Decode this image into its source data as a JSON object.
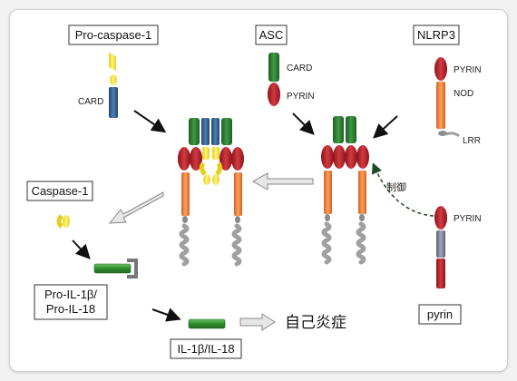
{
  "boxes": {
    "pro_caspase1": "Pro-caspase-1",
    "asc": "ASC",
    "nlrp3": "NLRP3",
    "caspase1": "Caspase-1",
    "pro_il_line1": "Pro-IL-1β/",
    "pro_il_line2": "Pro-IL-18",
    "il": "IL-1β/IL-18",
    "pyrin": "pyrin"
  },
  "domains": {
    "card_procasp": "CARD",
    "card_asc": "CARD",
    "pyrin_asc": "PYRIN",
    "pyrin_nlrp3": "PYRIN",
    "nod": "NOD",
    "lrr": "LRR",
    "pyrin_pyrin": "PYRIN"
  },
  "regulation_label": "制御",
  "outcome_label": "自己炎症",
  "colors": {
    "card_green": "#2e7d32",
    "pyrin_red": "#b3202a",
    "caspase_blue": "#2f5f93",
    "caspase_yellow": "#f2e23a",
    "nod_orange": "#f07c2b",
    "lrr_gray": "#9a9a9a",
    "bsb_gray": "#7a7f95",
    "product_green": "#3b9d37"
  }
}
